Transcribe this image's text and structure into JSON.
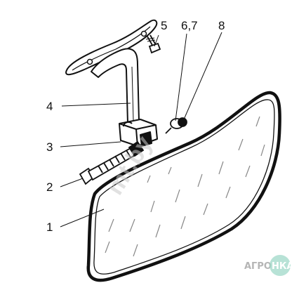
{
  "diagram": {
    "callouts": [
      {
        "id": "5",
        "label": "5"
      },
      {
        "id": "6-7",
        "label": "6,7"
      },
      {
        "id": "8",
        "label": "8"
      },
      {
        "id": "4",
        "label": "4"
      },
      {
        "id": "3",
        "label": "3"
      },
      {
        "id": "2",
        "label": "2"
      },
      {
        "id": "1",
        "label": "1"
      }
    ],
    "watermark": "mt.by",
    "logo": {
      "part1": "АГРО",
      "part2": "НКА"
    },
    "colors": {
      "ink": "#111111",
      "glass_streak": "#888888",
      "logo_badge": "#9fd8c8"
    }
  }
}
